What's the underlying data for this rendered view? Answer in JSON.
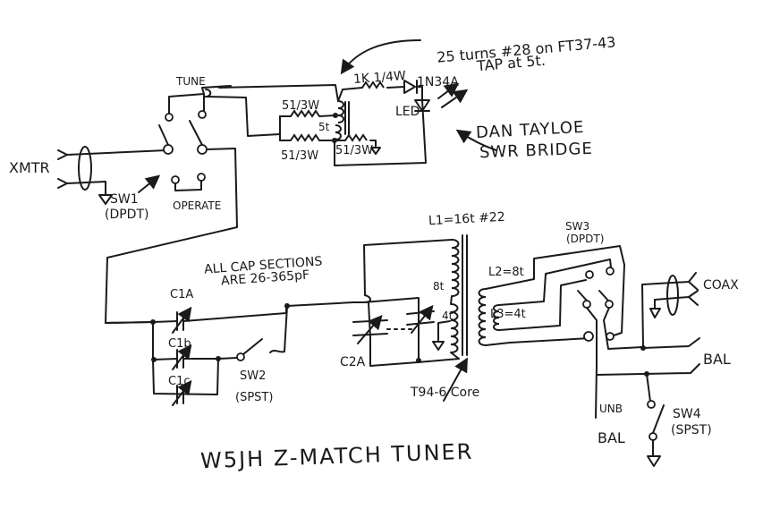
{
  "title": "W5JH  Z-MATCH TUNER",
  "colors": {
    "ink": "#1a1a1a",
    "paper": "#ffffff"
  },
  "notes": {
    "toroid": "25 turns #28 on FT37-43",
    "tap": "TAP at 5t.",
    "bridge_line1": "DAN TAYLOE",
    "bridge_line2": "SWR BRIDGE",
    "cap_sections_line1": "ALL CAP SECTIONS",
    "cap_sections_line2": "ARE 26-365pF",
    "core": "T94-6 Core"
  },
  "components": {
    "xmtr": "XMTR",
    "tune": "TUNE",
    "operate": "OPERATE",
    "sw1": "SW1",
    "sw1_type": "(DPDT)",
    "r1": "51/3W",
    "r2": "51/3W",
    "r3": "51/3W",
    "tap_5t": "5t",
    "r_1k": "1K 1/4W",
    "diode": "1N34A",
    "led": "LED",
    "l1": "L1=16t #22",
    "l1_tap_8t": "8t",
    "l1_tap_4t": "4t",
    "l2": "L2=8t",
    "l3": "L3=4t",
    "c1a": "C1A",
    "c1b": "C1b",
    "c1c": "C1c",
    "c2a": "C2A",
    "sw2": "SW2",
    "sw2_type": "(SPST)",
    "sw3": "SW3",
    "sw3_type": "(DPDT)",
    "coax": "COAX",
    "bal_out": "BAL",
    "sw4": "SW4",
    "sw4_type": "(SPST)",
    "unb": "UNB",
    "bal_sw4": "BAL"
  }
}
